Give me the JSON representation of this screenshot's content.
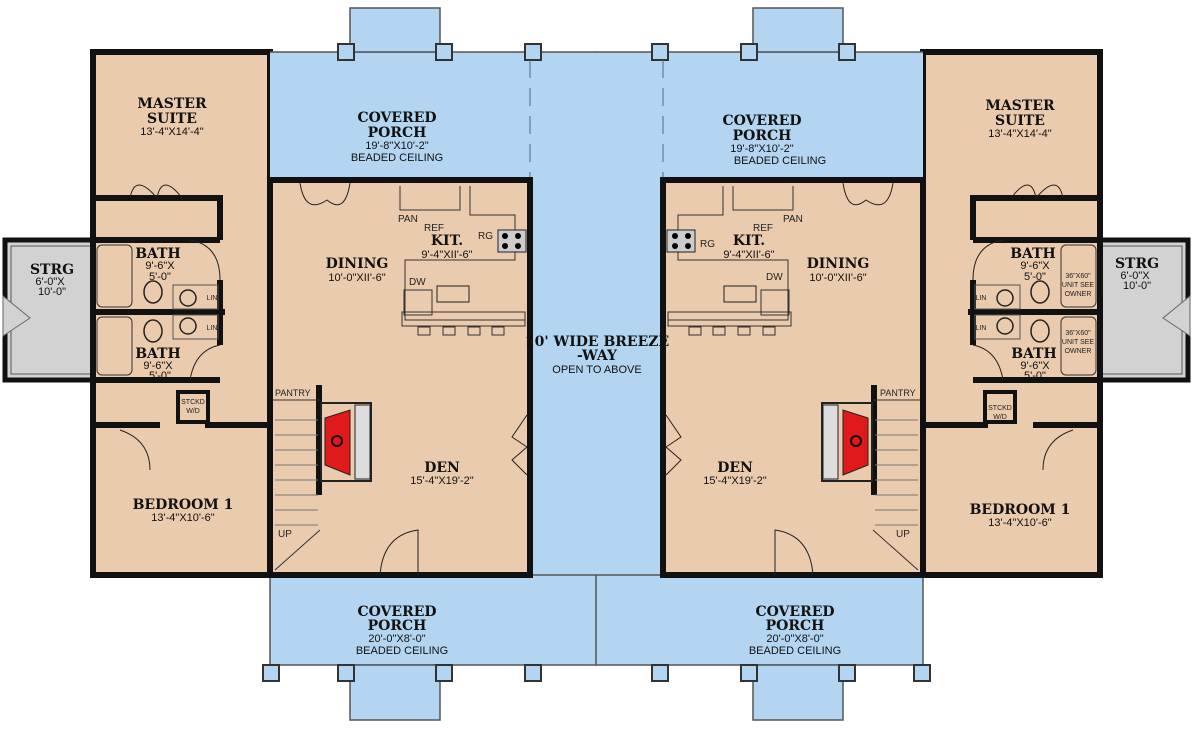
{
  "colors": {
    "interior": "#ebcbae",
    "porch": "#b3d5f1",
    "storage": "#d2d2d2",
    "wall": "#111111",
    "fireplace": "#e0191b"
  },
  "breezeway": {
    "title_1": "10' WIDE BREEZE",
    "title_2": "-WAY",
    "note": "OPEN TO ABOVE"
  },
  "porches": {
    "top_left": {
      "name_1": "COVERED",
      "name_2": "PORCH",
      "dims": "19'-8\"X10'-2\"",
      "note": "BEADED CEILING"
    },
    "top_right": {
      "name_1": "COVERED",
      "name_2": "PORCH",
      "dims": "19'-8\"X10'-2\"",
      "note": "BEADED CEILING"
    },
    "bottom_left": {
      "name_1": "COVERED",
      "name_2": "PORCH",
      "dims": "20'-0\"X8'-0\"",
      "note": "BEADED CEILING"
    },
    "bottom_right": {
      "name_1": "COVERED",
      "name_2": "PORCH",
      "dims": "20'-0\"X8'-0\"",
      "note": "BEADED CEILING"
    }
  },
  "left_unit": {
    "master": {
      "name_1": "MASTER",
      "name_2": "SUITE",
      "dims": "13'-4\"X14'-4\""
    },
    "bath_1": {
      "name": "BATH",
      "dims_1": "9'-6\"X",
      "dims_2": "5'-0\""
    },
    "bath_2": {
      "name": "BATH",
      "dims_1": "9'-6\"X",
      "dims_2": "5'-0\""
    },
    "storage": {
      "name": "STRG",
      "dims_1": "6'-0\"X",
      "dims_2": "10'-0\""
    },
    "bedroom": {
      "name": "BEDROOM 1",
      "dims": "13'-4\"X10'-6\""
    },
    "dining": {
      "name": "DINING",
      "dims": "10'-0\"XII'-6\""
    },
    "kitchen": {
      "name": "KIT.",
      "dims": "9'-4\"XII'-6\""
    },
    "den": {
      "name": "DEN",
      "dims": "15'-4\"X19'-2\""
    },
    "labels": {
      "pan": "PAN",
      "ref": "REF",
      "rg": "RG",
      "dw": "DW",
      "lin_1": "LIN",
      "lin_2": "LIN",
      "pantry": "PANTRY",
      "up": "UP",
      "wd_1": "STCKD",
      "wd_2": "W/D"
    }
  },
  "right_unit": {
    "master": {
      "name_1": "MASTER",
      "name_2": "SUITE",
      "dims": "13'-4\"X14'-4\""
    },
    "bath_1": {
      "name": "BATH",
      "dims_1": "9'-6\"X",
      "dims_2": "5'-0\""
    },
    "bath_2": {
      "name": "BATH",
      "dims_1": "9'-6\"X",
      "dims_2": "5'-0\""
    },
    "storage": {
      "name": "STRG",
      "dims_1": "6'-0\"X",
      "dims_2": "10'-0\""
    },
    "bedroom": {
      "name": "BEDROOM 1",
      "dims": "13'-4\"X10'-6\""
    },
    "dining": {
      "name": "DINING",
      "dims": "10'-0\"XII'-6\""
    },
    "kitchen": {
      "name": "KIT.",
      "dims": "9'-4\"XII'-6\""
    },
    "den": {
      "name": "DEN",
      "dims": "15'-4\"X19'-2\""
    },
    "shower_note": {
      "line_1": "36\"X60\"",
      "line_2": "UNIT SEE",
      "line_3": "OWNER"
    },
    "labels": {
      "pan": "PAN",
      "ref": "REF",
      "rg": "RG",
      "dw": "DW",
      "lin_1": "LIN",
      "lin_2": "LIN",
      "pantry": "PANTRY",
      "up": "UP",
      "wd_1": "STCKD",
      "wd_2": "W/D"
    }
  }
}
